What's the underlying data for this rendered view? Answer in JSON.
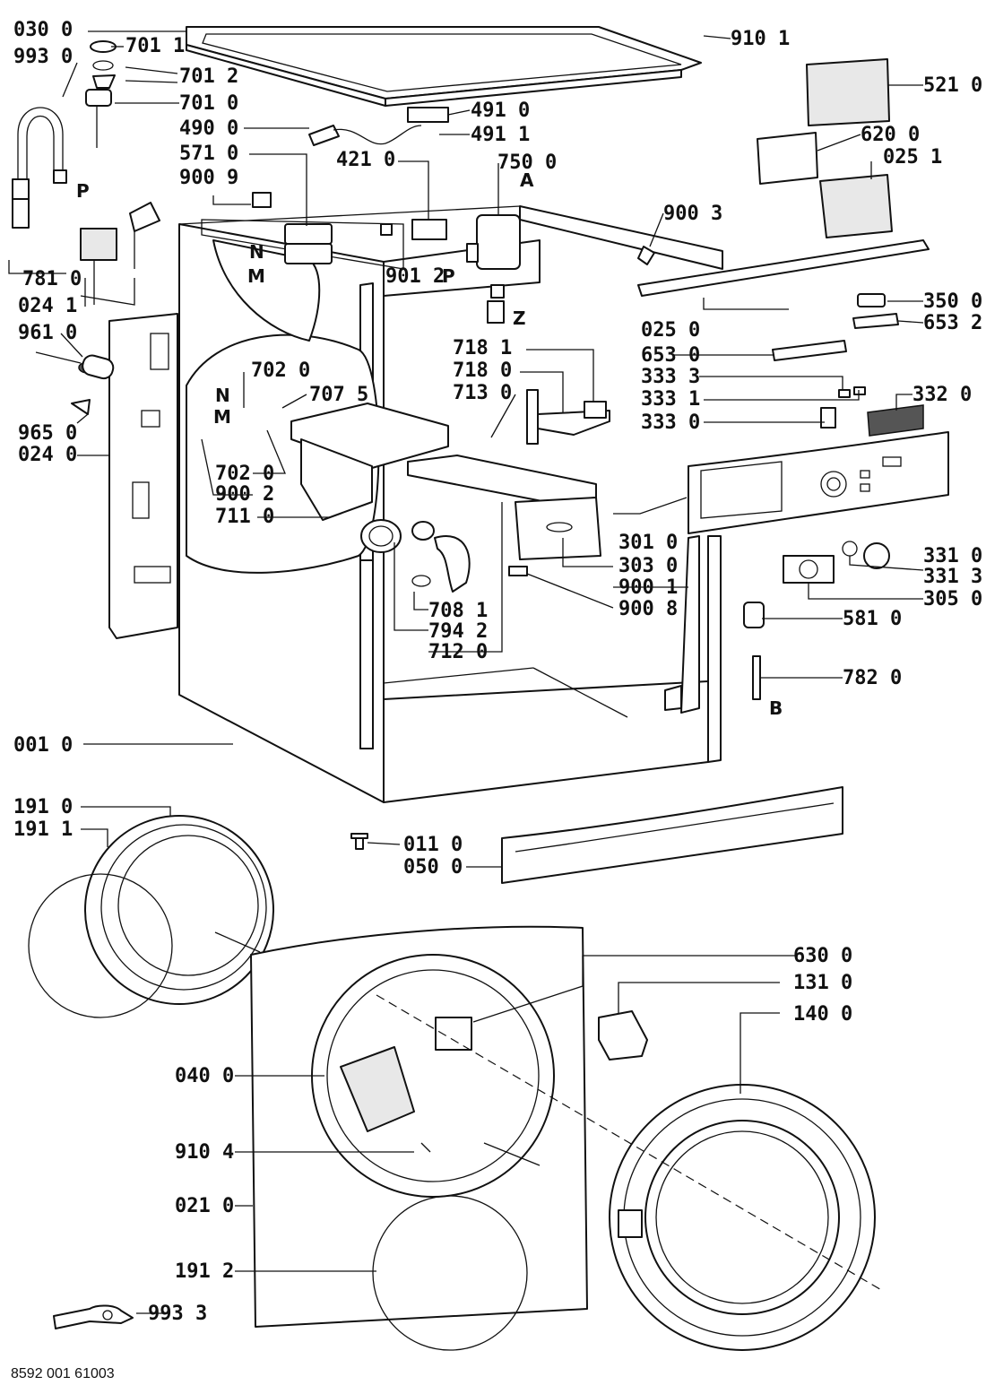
{
  "document_number": "8592 001 61003",
  "callouts": [
    {
      "id": "c-0300",
      "text": "030 0"
    },
    {
      "id": "c-7011",
      "text": "701 1"
    },
    {
      "id": "c-9930",
      "text": "993 0"
    },
    {
      "id": "c-7012",
      "text": "701 2"
    },
    {
      "id": "c-7010",
      "text": "701 0"
    },
    {
      "id": "c-4900",
      "text": "490 0"
    },
    {
      "id": "c-5710",
      "text": "571 0"
    },
    {
      "id": "c-9009",
      "text": "900 9"
    },
    {
      "id": "c-4210",
      "text": "421 0"
    },
    {
      "id": "c-4910",
      "text": "491 0"
    },
    {
      "id": "c-4911",
      "text": "491 1"
    },
    {
      "id": "c-7500",
      "text": "750 0"
    },
    {
      "id": "c-9101",
      "text": "910 1"
    },
    {
      "id": "c-5210",
      "text": "521 0"
    },
    {
      "id": "c-6200",
      "text": "620 0"
    },
    {
      "id": "c-0251",
      "text": "025 1"
    },
    {
      "id": "c-9003",
      "text": "900 3"
    },
    {
      "id": "c-9012",
      "text": "901 2"
    },
    {
      "id": "c-7810",
      "text": "781 0"
    },
    {
      "id": "c-0241",
      "text": "024 1"
    },
    {
      "id": "c-0250",
      "text": "025 0"
    },
    {
      "id": "c-3500",
      "text": "350 0"
    },
    {
      "id": "c-6532",
      "text": "653 2"
    },
    {
      "id": "c-6530",
      "text": "653 0"
    },
    {
      "id": "c-9610",
      "text": "961 0"
    },
    {
      "id": "c-7181",
      "text": "718 1"
    },
    {
      "id": "c-7180",
      "text": "718 0"
    },
    {
      "id": "c-7130",
      "text": "713 0"
    },
    {
      "id": "c-3333",
      "text": "333 3"
    },
    {
      "id": "c-3331",
      "text": "333 1"
    },
    {
      "id": "c-3330",
      "text": "333 0"
    },
    {
      "id": "c-3320",
      "text": "332 0"
    },
    {
      "id": "c-7020a",
      "text": "702 0"
    },
    {
      "id": "c-7075",
      "text": "707 5"
    },
    {
      "id": "c-9650",
      "text": "965 0"
    },
    {
      "id": "c-0240",
      "text": "024 0"
    },
    {
      "id": "c-7020b",
      "text": "702 0"
    },
    {
      "id": "c-9002",
      "text": "900 2"
    },
    {
      "id": "c-7110",
      "text": "711 0"
    },
    {
      "id": "c-3010",
      "text": "301 0"
    },
    {
      "id": "c-3030",
      "text": "303 0"
    },
    {
      "id": "c-9001",
      "text": "900 1"
    },
    {
      "id": "c-9008",
      "text": "900 8"
    },
    {
      "id": "c-3310",
      "text": "331 0"
    },
    {
      "id": "c-3313",
      "text": "331 3"
    },
    {
      "id": "c-3050",
      "text": "305 0"
    },
    {
      "id": "c-7081",
      "text": "708 1"
    },
    {
      "id": "c-7942",
      "text": "794 2"
    },
    {
      "id": "c-7120",
      "text": "712 0"
    },
    {
      "id": "c-5810",
      "text": "581 0"
    },
    {
      "id": "c-7820",
      "text": "782 0"
    },
    {
      "id": "c-0010",
      "text": "001 0"
    },
    {
      "id": "c-1910",
      "text": "191 0"
    },
    {
      "id": "c-1911",
      "text": "191 1"
    },
    {
      "id": "c-0110",
      "text": "011 0"
    },
    {
      "id": "c-0500",
      "text": "050 0"
    },
    {
      "id": "c-6300",
      "text": "630 0"
    },
    {
      "id": "c-1310",
      "text": "131 0"
    },
    {
      "id": "c-1400",
      "text": "140 0"
    },
    {
      "id": "c-0400",
      "text": "040 0"
    },
    {
      "id": "c-9104",
      "text": "910 4"
    },
    {
      "id": "c-0210",
      "text": "021 0"
    },
    {
      "id": "c-1912",
      "text": "191 2"
    },
    {
      "id": "c-9933",
      "text": "993 3"
    }
  ],
  "letters": [
    {
      "id": "l-p1",
      "text": "P"
    },
    {
      "id": "l-n1",
      "text": "N"
    },
    {
      "id": "l-m1",
      "text": "M"
    },
    {
      "id": "l-p2",
      "text": "P"
    },
    {
      "id": "l-a",
      "text": "A"
    },
    {
      "id": "l-z",
      "text": "Z"
    },
    {
      "id": "l-n2",
      "text": "N"
    },
    {
      "id": "l-m2",
      "text": "M"
    },
    {
      "id": "l-b",
      "text": "B"
    }
  ]
}
